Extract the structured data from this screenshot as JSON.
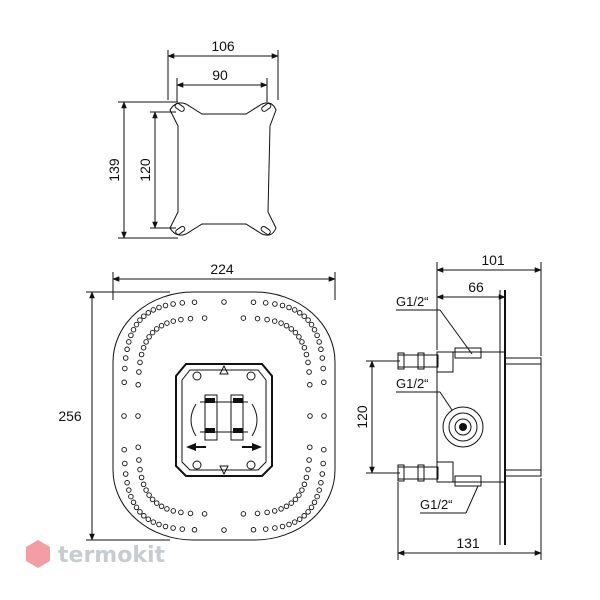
{
  "top_view": {
    "width_outer": "106",
    "width_inner": "90",
    "height_outer": "139",
    "height_inner": "120"
  },
  "front_view": {
    "width": "224",
    "height": "256"
  },
  "side_view": {
    "depth_top": "101",
    "depth_inner": "66",
    "spacing": "120",
    "depth_bottom": "131",
    "port_top": "G1/2“",
    "port_middle": "G1/2“",
    "port_bottom": "G1/2“"
  },
  "watermark": {
    "text": "termokit",
    "color": "#e8505b"
  }
}
